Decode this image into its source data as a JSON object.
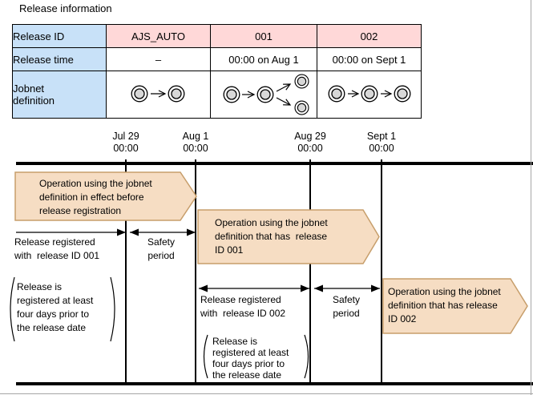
{
  "title": "Release information",
  "colors": {
    "table_header_blue": "#C8E1F8",
    "table_value_pink": "#FFD8D8",
    "callout_fill": "#F6DDC3",
    "callout_border": "#C79E6B",
    "line_black": "#000000",
    "jobnet_unit_gray": "#D8D8D8"
  },
  "table": {
    "row_headers": [
      "Release ID",
      "Release time",
      "Jobnet\ndefinition"
    ],
    "columns": [
      {
        "release_id": "AJS_AUTO",
        "release_time": "–",
        "jobnet_icon": "jobnet-flow-2-units"
      },
      {
        "release_id": "001",
        "release_time": "00:00 on Aug 1",
        "jobnet_icon": "jobnet-flow-branch-4-units"
      },
      {
        "release_id": "002",
        "release_time": "00:00 on Sept 1",
        "jobnet_icon": "jobnet-flow-3-units"
      }
    ]
  },
  "timeline": {
    "ticks": [
      {
        "date": "Jul 29",
        "time": "00:00"
      },
      {
        "date": "Aug 1",
        "time": "00:00"
      },
      {
        "date": "Aug 29",
        "time": "00:00"
      },
      {
        "date": "Sept 1",
        "time": "00:00"
      }
    ]
  },
  "callouts": [
    {
      "text": "Operation using the jobnet\ndefinition in effect before\nrelease registration"
    },
    {
      "text": "Operation using the jobnet\ndefinition that has  release\nID 001"
    },
    {
      "text": "Operation using the jobnet\ndefinition that has release\nID 002"
    }
  ],
  "annotations": {
    "release_001": "Release registered\nwith  release ID 001",
    "safety_1": "Safety\nperiod",
    "note_1": "Release is\nregistered at least\nfour days prior to\nthe release date",
    "release_002": "Release registered\nwith  release ID 002",
    "safety_2": "Safety\nperiod",
    "note_2": "Release is\nregistered at least\nfour days prior to\nthe release date"
  }
}
